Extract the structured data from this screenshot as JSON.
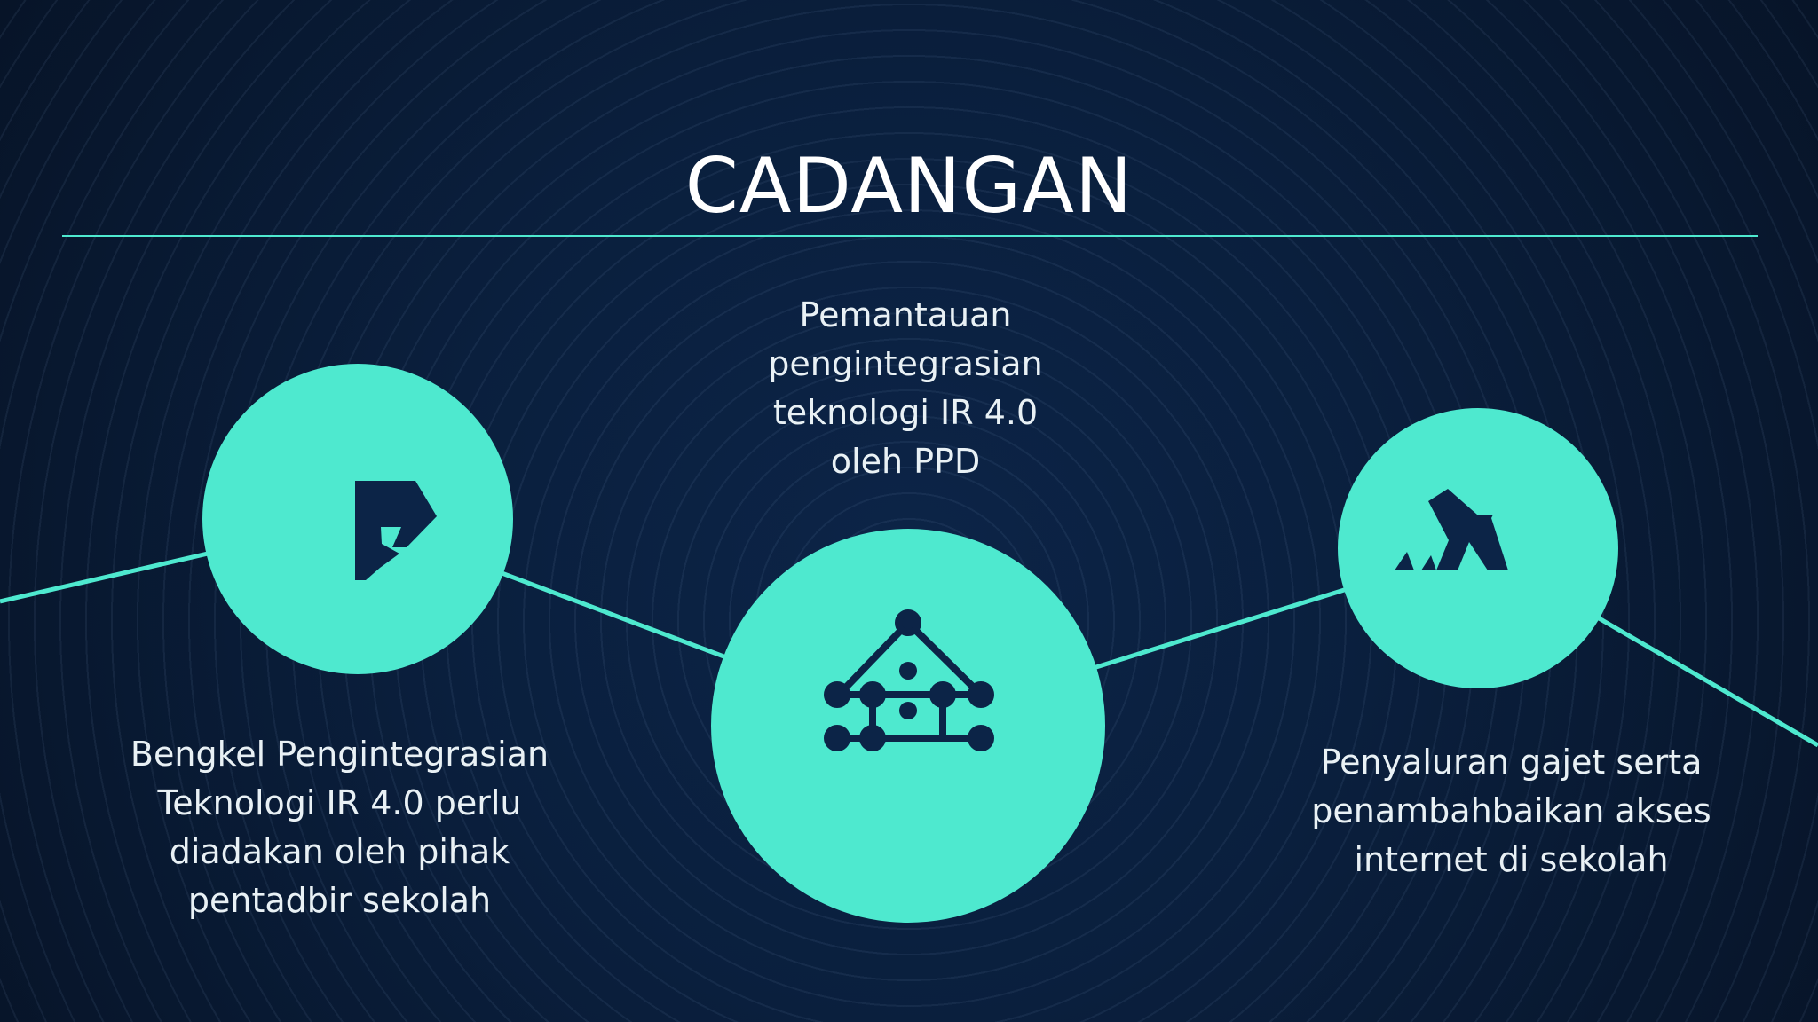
{
  "slide": {
    "title": "CADANGAN",
    "accent_color": "#4ee9cf",
    "icon_color": "#0c2447",
    "items": [
      {
        "icon": "flag-icon",
        "lines": [
          "Bengkel Pengintegrasian",
          "Teknologi IR 4.0 perlu",
          "diadakan oleh pihak",
          "pentadbir sekolah"
        ]
      },
      {
        "icon": "network-house-icon",
        "lines": [
          "Pemantauan",
          "pengintegrasian",
          "teknologi IR 4.0",
          "oleh PPD"
        ]
      },
      {
        "icon": "leaping-figure-icon",
        "lines": [
          "Penyaluran gajet serta",
          "penambahbaikan akses",
          "internet di sekolah"
        ]
      }
    ]
  }
}
